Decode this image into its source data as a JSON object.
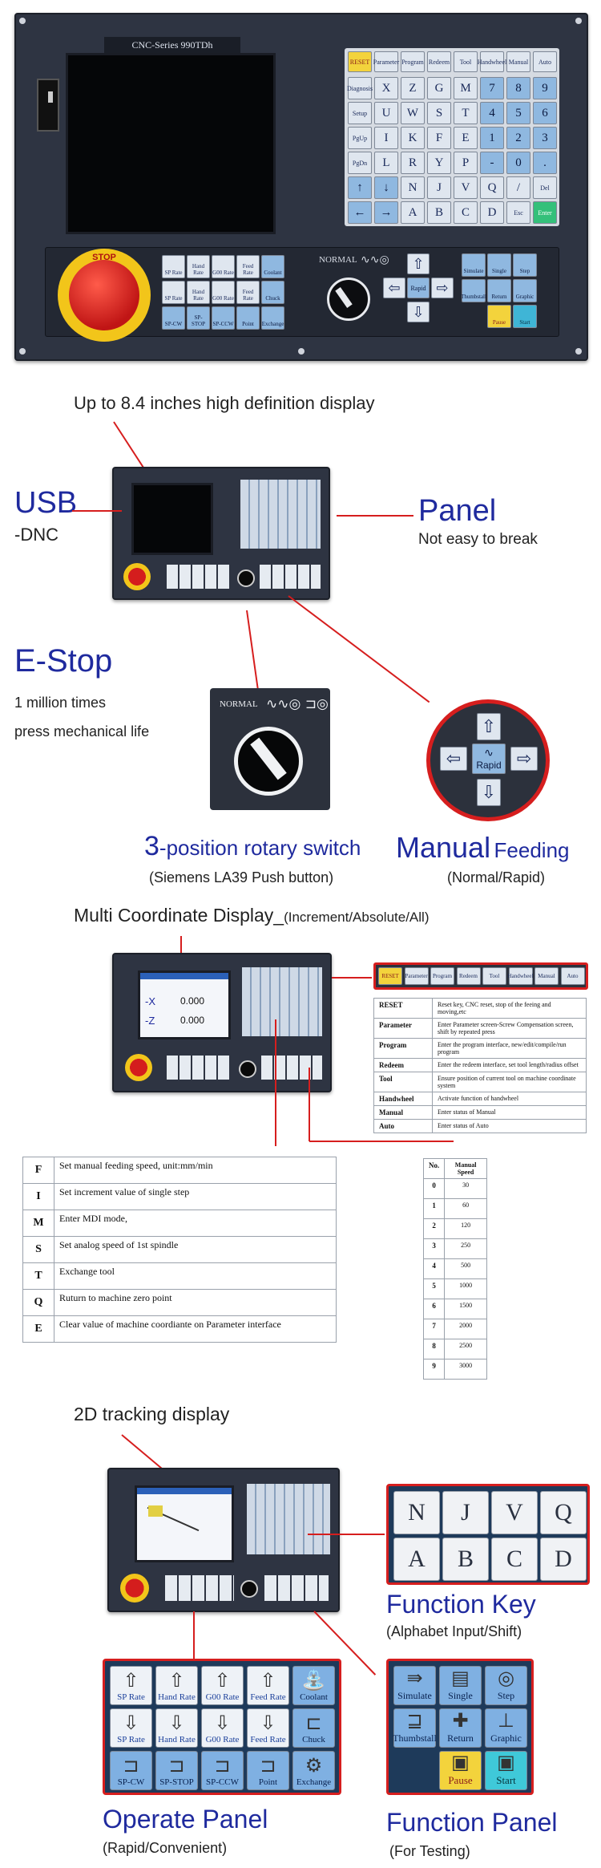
{
  "controller": {
    "series_title": "CNC-Series 990TDh",
    "function_keys": [
      "RESET",
      "Parameter",
      "Program",
      "Redeem",
      "Tool",
      "Handwheel",
      "Manual",
      "Auto"
    ],
    "keypad_rows": [
      [
        "Diagnosis",
        "X",
        "Z",
        "G",
        "M",
        "7",
        "8",
        "9"
      ],
      [
        "Setup",
        "U",
        "W",
        "S",
        "T",
        "4",
        "5",
        "6"
      ],
      [
        "PgUp",
        "I",
        "K",
        "F",
        "E",
        "1",
        "2",
        "3"
      ],
      [
        "PgDn",
        "L",
        "R",
        "Y",
        "P",
        "-",
        "0",
        "."
      ],
      [
        "↑",
        "↓",
        "N",
        "J",
        "V",
        "Q",
        "/",
        "Del"
      ],
      [
        "←",
        "→",
        "A",
        "B",
        "C",
        "D",
        "Esc",
        "Enter"
      ]
    ],
    "stop_label": "STOP",
    "normal_label": "NORMAL",
    "op_keys_row1": [
      "SP Rate",
      "Hand Rate",
      "G00 Rate",
      "Feed Rate",
      "Coolant"
    ],
    "op_keys_row2": [
      "SP Rate",
      "Hand Rate",
      "G00 Rate",
      "Feed Rate",
      "Chuck"
    ],
    "op_keys_row3": [
      "SP-CW",
      "SP-STOP",
      "SP-CCW",
      "Point",
      "Exchange"
    ],
    "rapid_label": "Rapid",
    "func_keys_row1": [
      "Simulate",
      "Single",
      "Step"
    ],
    "func_keys_row2": [
      "Thumbstall",
      "Return",
      "Graphic"
    ],
    "func_keys_row3": [
      "Pause",
      "Start"
    ]
  },
  "section2": {
    "display_caption": "Up to 8.4 inches high definition display",
    "usb_title": "USB",
    "usb_sub": "-DNC",
    "panel_title": "Panel",
    "panel_sub": "Not easy to break",
    "estop_title": "E-Stop",
    "estop_line1": "1 million times",
    "estop_line2": "press mechanical life",
    "rotary_num": "3",
    "rotary_title": "-position rotary switch",
    "rotary_sub": "(Siemens LA39 Push button)",
    "manual_title": "Manual",
    "manual_suffix": "Feeding",
    "manual_sub": "(Normal/Rapid)"
  },
  "section3": {
    "title": "Multi Coordinate Display_",
    "title_suffix": "(Increment/Absolute/All)",
    "coord_x_label": "-X",
    "coord_x_value": "0.000",
    "coord_z_label": "-Z",
    "coord_z_value": "0.000",
    "func_table": [
      {
        "key": "RESET",
        "desc": "Reset key, CNC reset, stop of the feeing and moving,etc"
      },
      {
        "key": "Parameter",
        "desc": "Enter Parameter screen-Screw Compensation screen, shift by repeated press"
      },
      {
        "key": "Program",
        "desc": "Enter the program interface, new/edit/compile/run program"
      },
      {
        "key": "Redeem",
        "desc": "Enter the redeem interface, set tool length/radius offset"
      },
      {
        "key": "Tool",
        "desc": "Ensure position of current tool on machine coordinate system"
      },
      {
        "key": "Handwheel",
        "desc": "Activate function of handwheel"
      },
      {
        "key": "Manual",
        "desc": "Enter status of Manual"
      },
      {
        "key": "Auto",
        "desc": "Enter status of Auto"
      }
    ],
    "letter_table": [
      {
        "key": "F",
        "desc": "Set manual feeding speed, unit:mm/min"
      },
      {
        "key": "I",
        "desc": "Set increment value of single step"
      },
      {
        "key": "M",
        "desc": "Enter MDI mode,"
      },
      {
        "key": "S",
        "desc": "Set analog speed of 1st spindle"
      },
      {
        "key": "T",
        "desc": "Exchange tool"
      },
      {
        "key": "Q",
        "desc": "Ruturn to machine zero point"
      },
      {
        "key": "E",
        "desc": "Clear value of machine coordiante on Parameter interface"
      }
    ],
    "speed_header_no": "No.",
    "speed_header_speed": "Manual Speed",
    "speed_table": [
      {
        "no": "0",
        "speed": "30"
      },
      {
        "no": "1",
        "speed": "60"
      },
      {
        "no": "2",
        "speed": "120"
      },
      {
        "no": "3",
        "speed": "250"
      },
      {
        "no": "4",
        "speed": "500"
      },
      {
        "no": "5",
        "speed": "1000"
      },
      {
        "no": "6",
        "speed": "1500"
      },
      {
        "no": "7",
        "speed": "2000"
      },
      {
        "no": "8",
        "speed": "2500"
      },
      {
        "no": "9",
        "speed": "3000"
      }
    ]
  },
  "section4": {
    "title": "2D tracking display",
    "function_key_letters": [
      "N",
      "J",
      "V",
      "Q",
      "A",
      "B",
      "C",
      "D"
    ],
    "function_key_title": "Function Key",
    "function_key_sub": "(Alphabet Input/Shift)",
    "operate_title": "Operate Panel",
    "operate_sub": "(Rapid/Convenient)",
    "function_panel_title": "Function Panel",
    "function_panel_sub": "(For Testing)"
  },
  "colors": {
    "accent_blue": "#1f2a9e",
    "callout_red": "#d61e1e",
    "panel_body": "#2e3442"
  }
}
